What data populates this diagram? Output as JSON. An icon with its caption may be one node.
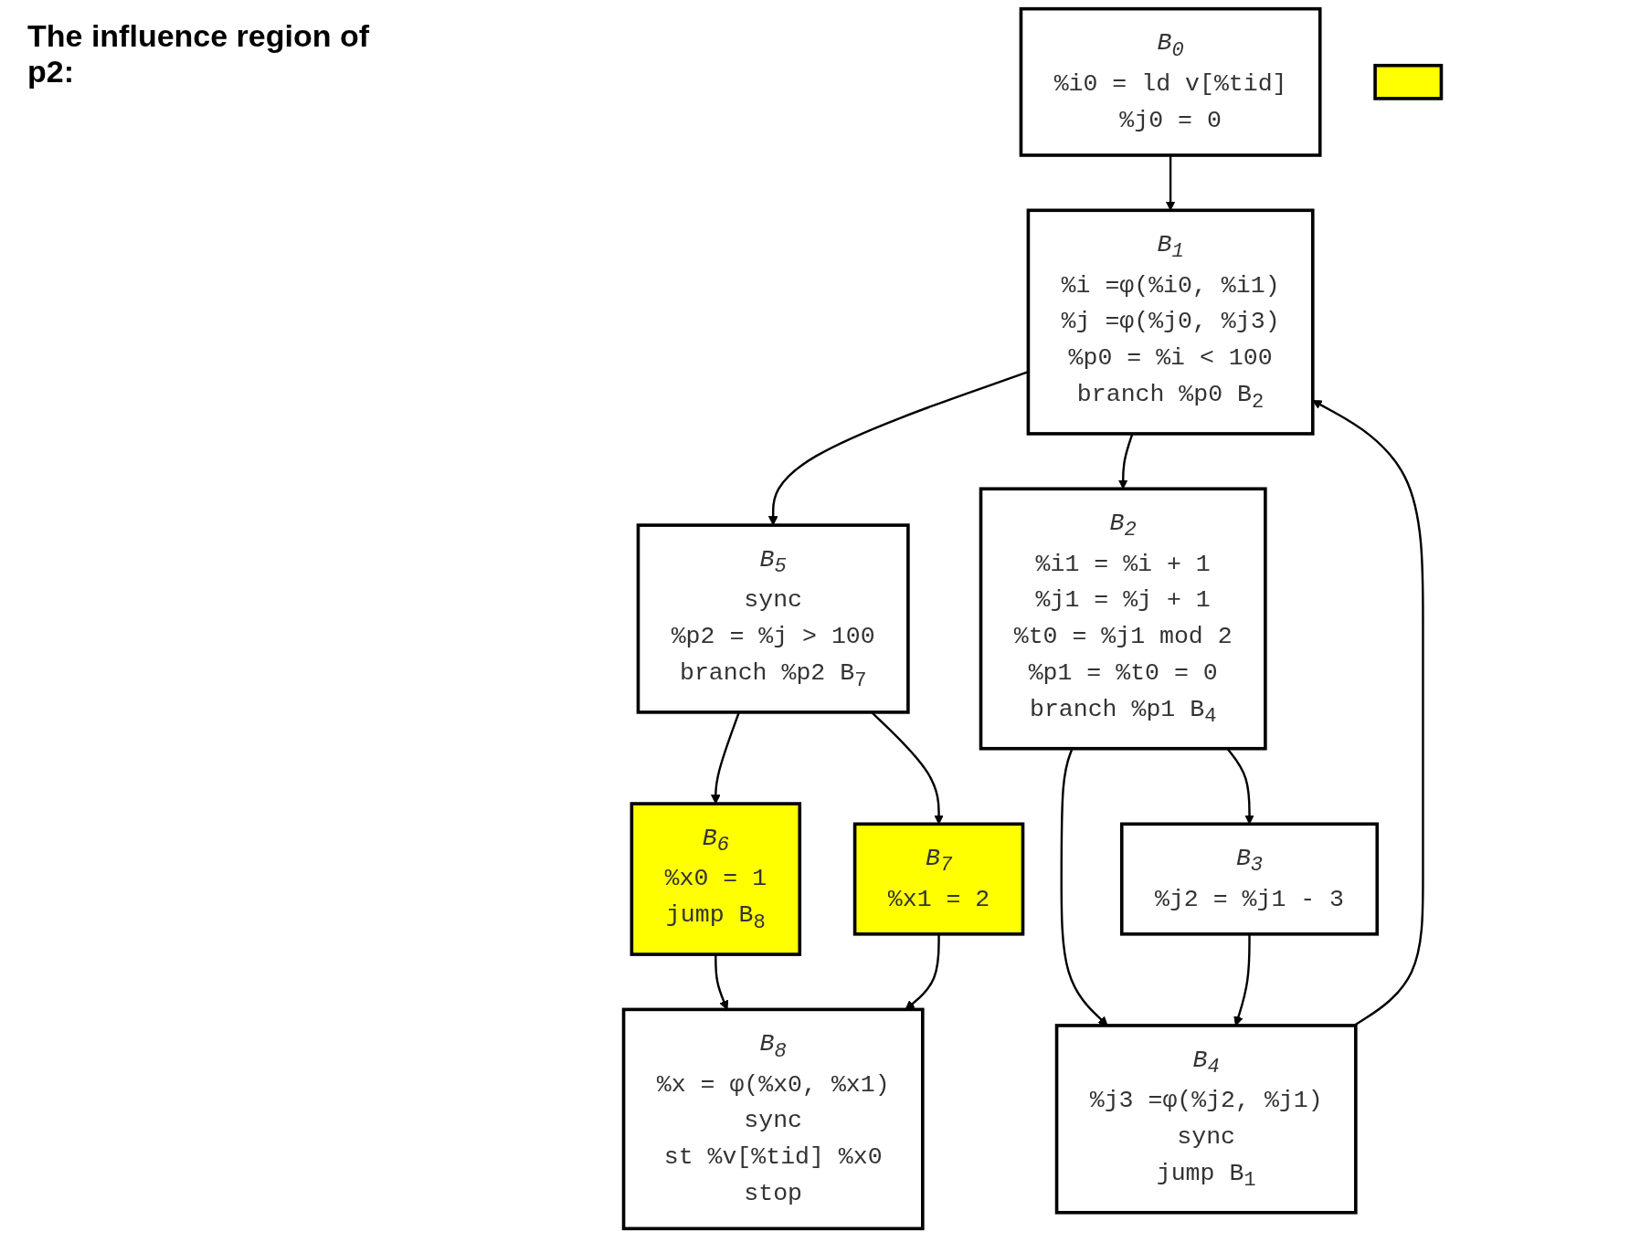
{
  "diagram": {
    "nodes": [
      {
        "text": [
          "B$_{0}$",
          "%i0 = ld v[%tid]",
          "%j0 = 0"
        ]
      },
      {
        "text": [
          "B$_{1}$",
          "%i =φ(%i0, %i1)",
          "%j =φ(%j0, %j3)",
          "%p0 = %i < 100",
          "branch %p0 B$_{2}$"
        ]
      },
      {
        "text": [
          "B$_{5}$",
          "sync",
          "%p2 = %j > 100",
          "branch %p2 B$_{7}$"
        ]
      },
      {
        "text": [
          "B$_{2}$",
          "%i1 = %i + 1",
          "%j1 = %j + 1",
          "%t0 = %j1 mod 2",
          "%p1 = %t0 = 0",
          "branch %p1 B$_{4}$"
        ]
      },
      {
        "text": [
          "B$_{6}$",
          "%x0 = 1",
          "jump B$_{8}$"
        ]
      },
      {
        "text": [
          "B$_{7}$",
          "%x1 = 2"
        ]
      },
      {
        "text": [
          "B$_{3}$",
          "%j2 = %j1 - 3"
        ]
      },
      {
        "text": [
          "B$_{8}$",
          "%x = φ(%x0, %x1)",
          "sync",
          "st %v[%tid] %x0",
          "stop"
        ]
      },
      {
        "text": [],
        "shape": "box"
      },
      {
        "text": [
          "B$_{4}$",
          "%j3 =φ(%j2, %j1)",
          "sync",
          "jump B$_{1}$"
        ]
      }
    ],
    "edges": [
      {
        "from": 0,
        "to": 1,
        "arrow": "to"
      },
      {
        "from": 1,
        "to": 2,
        "arrow": "to"
      },
      {
        "from": 1,
        "to": 3,
        "arrow": "to"
      },
      {
        "from": 3,
        "to": 9,
        "arrow": "to"
      },
      {
        "from": 3,
        "to": 6,
        "arrow": "to"
      },
      {
        "from": 6,
        "to": 9,
        "arrow": "to"
      },
      {
        "from": 9,
        "to": 1,
        "arrow": "to"
      },
      {
        "from": 2,
        "to": 4,
        "arrow": "to"
      },
      {
        "from": 2,
        "to": 5,
        "arrow": "to"
      },
      {
        "from": 4,
        "to": 7,
        "arrow": "to"
      },
      {
        "from": 5,
        "to": 7,
        "arrow": "to"
      }
    ],
    "labels": [
      "The influence region of p2:"
    ]
  }
}
